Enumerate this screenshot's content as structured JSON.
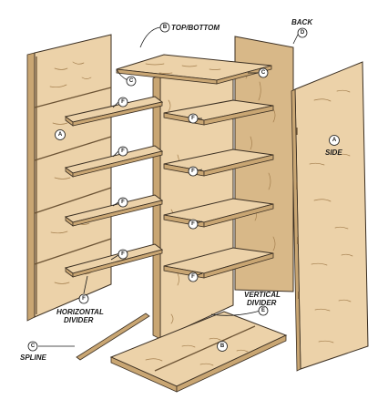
{
  "labels": {
    "top_bottom": "TOP/BOTTOM",
    "back": "BACK",
    "side_right": "SIDE",
    "horizontal_divider_line1": "HORIZONTAL",
    "horizontal_divider_line2": "DIVIDER",
    "vertical_divider_line1": "VERTICAL",
    "vertical_divider_line2": "DIVIDER",
    "spline": "SPLINE"
  },
  "callouts": {
    "A": "A",
    "B": "B",
    "C": "C",
    "D": "D",
    "E": "E",
    "F": "F"
  },
  "colors": {
    "wood_light": "#ecd2a9",
    "wood_dark": "#d8b888",
    "wood_edge": "#c9a673",
    "outline": "#3b2f22",
    "grain": "#a47f4e"
  }
}
